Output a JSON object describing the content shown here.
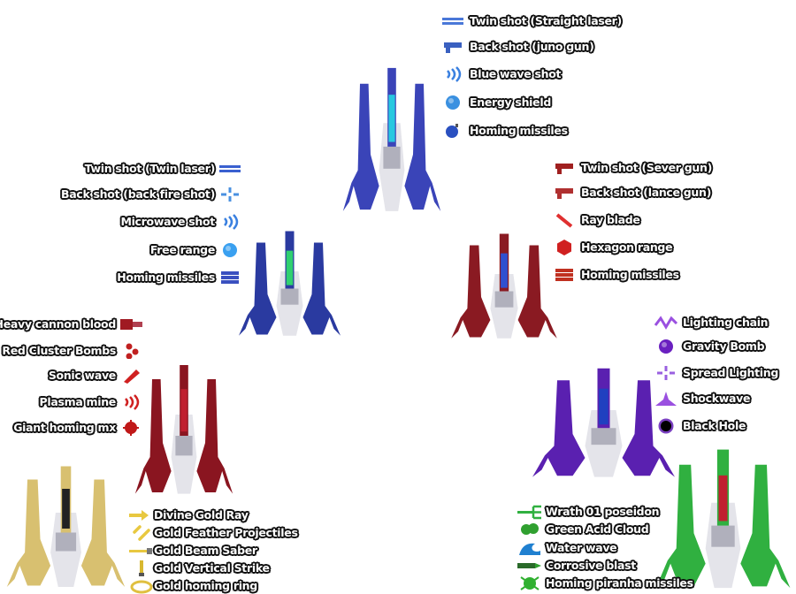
{
  "ships": [
    {
      "id": "blue",
      "color": "#3a44b8",
      "accent": "#28c8e0",
      "weapons": [
        {
          "label": "Twin shot (Straight laser)",
          "icon": "twin-laser-icon",
          "color": "#4a78d8"
        },
        {
          "label": "Back shot (juno gun)",
          "icon": "gun-icon",
          "color": "#3a60c0"
        },
        {
          "label": "Blue wave shot",
          "icon": "wave-icon",
          "color": "#3a80e0"
        },
        {
          "label": "Energy shield",
          "icon": "shield-icon",
          "color": "#3a90e0"
        },
        {
          "label": "Homing missiles",
          "icon": "bomb-icon",
          "color": "#2a50c0"
        }
      ]
    },
    {
      "id": "navy",
      "color": "#2a3aa0",
      "accent": "#30d070",
      "weapons": [
        {
          "label": "Twin shot (Twin laser)",
          "icon": "twin-laser-icon",
          "color": "#3a60d0"
        },
        {
          "label": "Back shot (back fire shot)",
          "icon": "spread-icon",
          "color": "#4a90e0"
        },
        {
          "label": "Microwave shot",
          "icon": "wave-icon",
          "color": "#3a80e0"
        },
        {
          "label": "Free range",
          "icon": "orb-icon",
          "color": "#3aa0f0"
        },
        {
          "label": "Homing missiles",
          "icon": "missiles-icon",
          "color": "#3a50c0"
        }
      ]
    },
    {
      "id": "crimson",
      "color": "#8a1a22",
      "accent": "#3050d0",
      "weapons": [
        {
          "label": "Twin shot (Sever gun)",
          "icon": "gun-icon",
          "color": "#a02020"
        },
        {
          "label": "Back shot (lance gun)",
          "icon": "gun-icon",
          "color": "#b03030"
        },
        {
          "label": "Ray blade",
          "icon": "blade-icon",
          "color": "#e03030"
        },
        {
          "label": "Hexagon range",
          "icon": "hexagon-icon",
          "color": "#d02020"
        },
        {
          "label": "Homing missiles",
          "icon": "missiles-icon",
          "color": "#c03020"
        }
      ]
    },
    {
      "id": "red",
      "color": "#8a1520",
      "accent": "#c02030",
      "weapons": [
        {
          "label": "Heavy cannon blood",
          "icon": "cannon-icon",
          "color": "#a01a22"
        },
        {
          "label": "Red Cluster Bombs",
          "icon": "cluster-icon",
          "color": "#c02020"
        },
        {
          "label": "Sonic wave",
          "icon": "rocket-icon",
          "color": "#d02020"
        },
        {
          "label": "Plasma mine",
          "icon": "wave-icon",
          "color": "#d02020"
        },
        {
          "label": "Giant homing mx",
          "icon": "mine-icon",
          "color": "#c01818"
        }
      ]
    },
    {
      "id": "purple",
      "color": "#5a20b0",
      "accent": "#2040c0",
      "weapons": [
        {
          "label": "Lighting chain",
          "icon": "zigzag-icon",
          "color": "#9a50e0"
        },
        {
          "label": "Gravity Bomb",
          "icon": "orb-icon",
          "color": "#6a20c0"
        },
        {
          "label": "Spread Lighting",
          "icon": "spread-icon",
          "color": "#9a60e0"
        },
        {
          "label": "Shockwave",
          "icon": "burst-icon",
          "color": "#9a50e0"
        },
        {
          "label": "Black Hole",
          "icon": "blackhole-icon",
          "color": "#2a1040"
        }
      ]
    },
    {
      "id": "gold",
      "color": "#d8c070",
      "accent": "#222222",
      "weapons": [
        {
          "label": "Divine Gold Ray",
          "icon": "ray-icon",
          "color": "#e8c840"
        },
        {
          "label": "Gold Feather Projectiles",
          "icon": "feather-icon",
          "color": "#e8c840"
        },
        {
          "label": "Gold Beam Saber",
          "icon": "saber-icon",
          "color": "#e8c840"
        },
        {
          "label": "Gold Vertical Strike",
          "icon": "sword-icon",
          "color": "#d8b830"
        },
        {
          "label": "Gold homing ring",
          "icon": "ring-icon",
          "color": "#e0c040"
        }
      ]
    },
    {
      "id": "green",
      "color": "#30b040",
      "accent": "#c02030",
      "weapons": [
        {
          "label": "Wrath 01 poseidon",
          "icon": "trident-icon",
          "color": "#30b040"
        },
        {
          "label": "Green Acid Cloud",
          "icon": "cloud-icon",
          "color": "#30a030"
        },
        {
          "label": "Water wave",
          "icon": "water-icon",
          "color": "#2080d0"
        },
        {
          "label": "Corrosive blast",
          "icon": "blast-icon",
          "color": "#30a030"
        },
        {
          "label": "Homing piranha missiles",
          "icon": "piranha-icon",
          "color": "#30b030"
        }
      ]
    }
  ]
}
